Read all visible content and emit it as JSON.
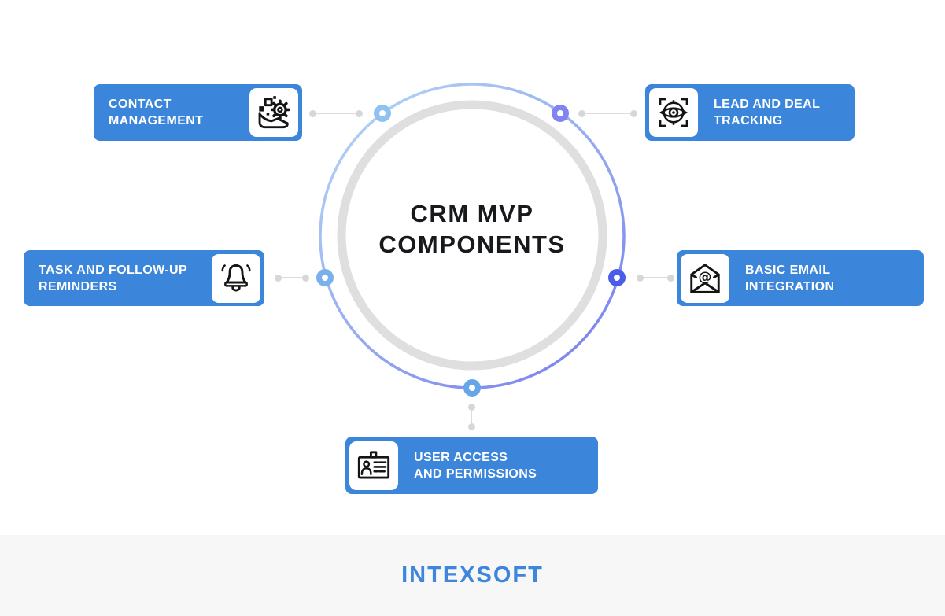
{
  "title": {
    "line1": "CRM MVP",
    "line2": "COMPONENTS"
  },
  "boxes": [
    {
      "line1": "CONTACT",
      "line2": "MANAGEMENT",
      "icon": "hand-gear-icon"
    },
    {
      "line1": "LEAD AND DEAL",
      "line2": "TRACKING",
      "icon": "eye-target-icon"
    },
    {
      "line1": "TASK AND FOLLOW-UP",
      "line2": "REMINDERS",
      "icon": "bell-icon"
    },
    {
      "line1": "BASIC EMAIL",
      "line2": "INTEGRATION",
      "icon": "open-envelope-at-icon"
    },
    {
      "line1": "USER ACCESS",
      "line2": "AND PERMISSIONS",
      "icon": "id-badge-icon"
    }
  ],
  "colors": {
    "card_blue": "#3B85DB",
    "icon_tile": "#FFFFFF",
    "label_text": "#FFFFFF",
    "title_text": "#17191D",
    "ring_gradient_start": "#B7D9F6",
    "ring_gradient_end": "#7B82EE",
    "inner_ring_gray": "#DFDFDF",
    "connector_gray": "#DCDCDC",
    "node_top_left": "#90C2F1",
    "node_top_right": "#8186EF",
    "node_left": "#7AB0EC",
    "node_right": "#4A5CE8",
    "node_bottom": "#66A5E8",
    "footer_bg": "#F7F7F7",
    "logo_blue": "#3E86DB"
  },
  "footer": {
    "logo_text": "INTEXSOFT"
  }
}
